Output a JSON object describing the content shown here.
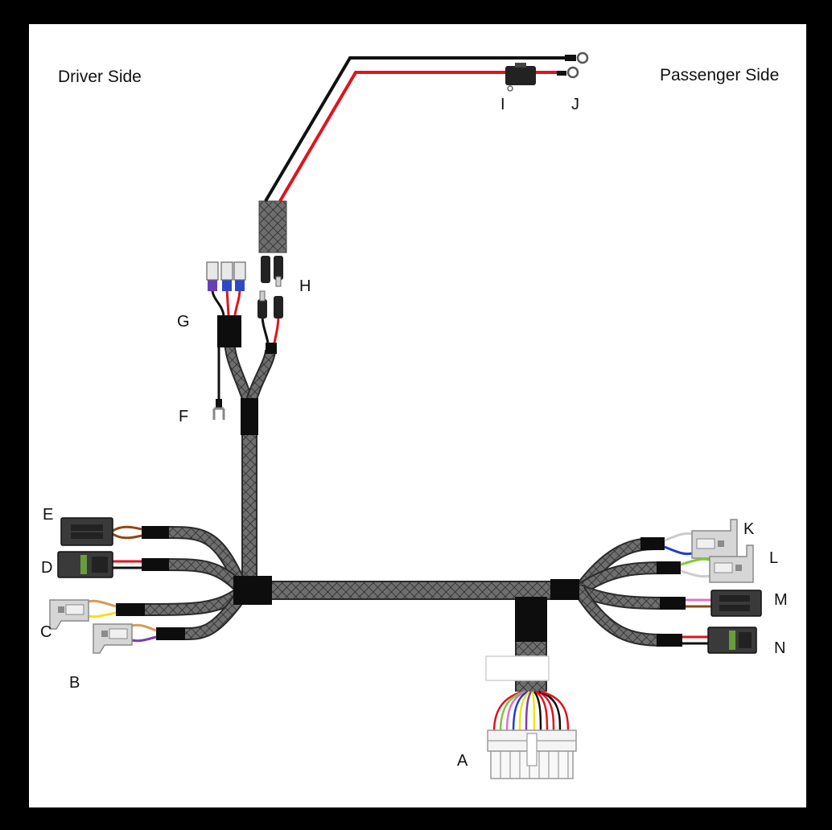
{
  "sides": {
    "driver": "Driver Side",
    "passenger": "Passenger Side"
  },
  "connectors": {
    "A": "A",
    "B": "B",
    "C": "C",
    "D": "D",
    "E": "E",
    "F": "F",
    "G": "G",
    "H": "H",
    "I": "I",
    "J": "J",
    "K": "K",
    "L": "L",
    "M": "M",
    "N": "N"
  },
  "colors": {
    "frame": "#000000",
    "background": "#ffffff",
    "braid": "#6e6e6e",
    "sleeve": "#111111",
    "wire_red": "#e0141e",
    "wire_black": "#111111",
    "wire_brown": "#8b4a12",
    "wire_orange": "#d99a55",
    "wire_yellow": "#f2e21a",
    "wire_purple": "#7a3fb0",
    "wire_blue": "#1f3fd0",
    "wire_green": "#7ec83c",
    "wire_pink": "#e070c0",
    "connector_light": "#d6d6d6",
    "connector_dark": "#3a3a3a",
    "terminal_blue": "#2f48c9",
    "terminal_purple": "#6a3fb5"
  }
}
